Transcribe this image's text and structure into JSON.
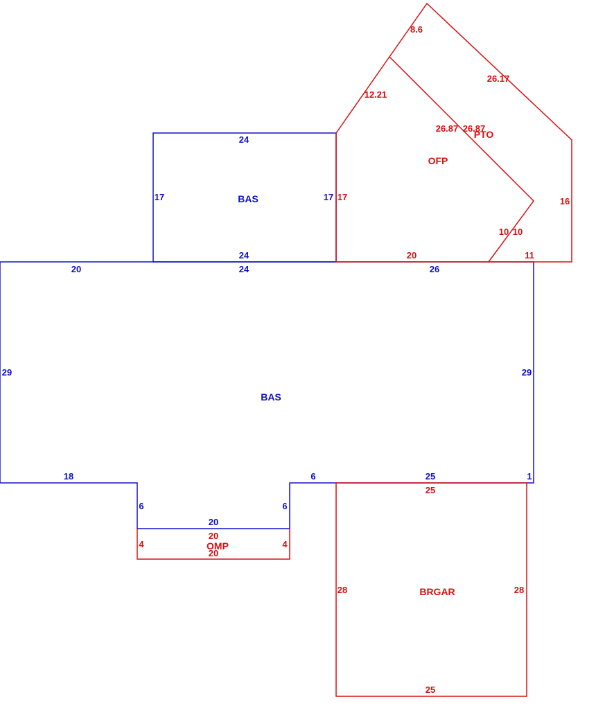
{
  "colors": {
    "living": "#1010c8",
    "other": "#d81010",
    "background": "#ffffff"
  },
  "areas": {
    "bas_upper": "BAS",
    "bas_main": "BAS",
    "ofp": "OFP",
    "pto": "PTO",
    "omp": "OMP",
    "brgar": "BRGAR"
  },
  "dims": {
    "bas_upper_top": "24",
    "bas_upper_left": "17",
    "bas_upper_right": "17",
    "bas_upper_bottom": "24",
    "main_top_left": "20",
    "main_top_mid": "24",
    "main_top_right": "26",
    "main_left": "29",
    "main_right": "29",
    "main_bottom_left": "18",
    "main_notch_left": "6",
    "main_notch_bottom": "20",
    "main_notch_right": "6",
    "main_bottom_6": "6",
    "main_bottom_25": "25",
    "main_bottom_1": "1",
    "ofp_left": "17",
    "ofp_diag": "12.21",
    "ofp_long": "26.87",
    "ofp_short": "10",
    "ofp_bottom": "20",
    "pto_top": "8.6",
    "pto_long": "26.17",
    "pto_inner_long": "26.87",
    "pto_inner_short": "10",
    "pto_right": "16",
    "pto_bottom": "11",
    "omp_top": "20",
    "omp_bottom": "20",
    "omp_left": "4",
    "omp_right": "4",
    "brgar_top": "25",
    "brgar_left": "28",
    "brgar_right": "28",
    "brgar_bottom": "25"
  }
}
